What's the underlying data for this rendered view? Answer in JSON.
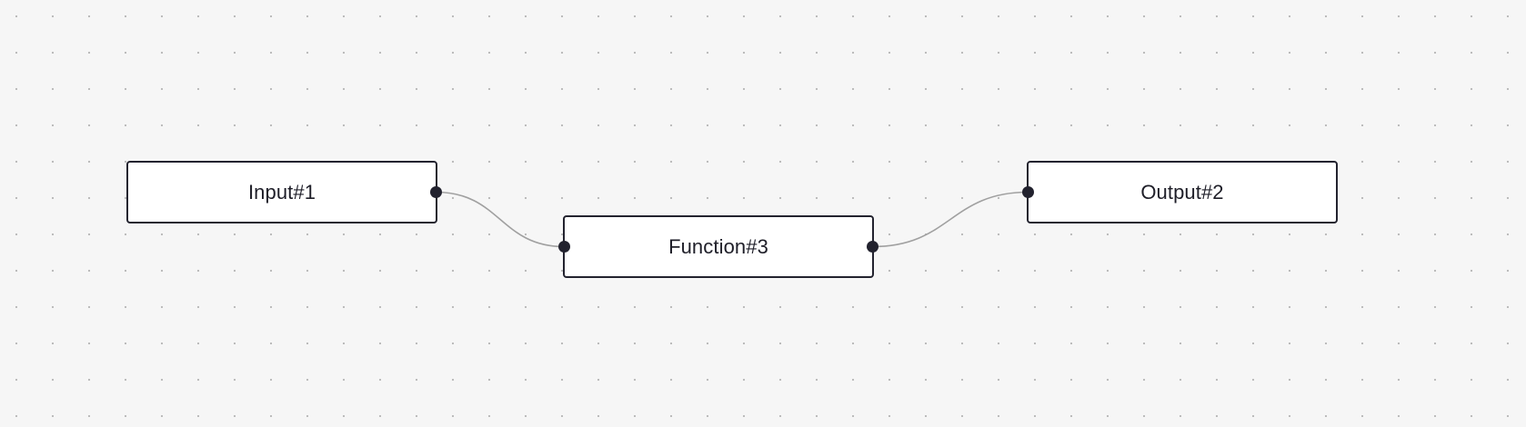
{
  "canvas": {
    "background": "#f6f6f6",
    "grid_dot_color": "#b9b9b9",
    "edge_color": "#a0a0a0",
    "node_border_color": "#23232f"
  },
  "nodes": [
    {
      "id": "input",
      "label": "Input#1",
      "ports": [
        "out"
      ]
    },
    {
      "id": "function",
      "label": "Function#3",
      "ports": [
        "in",
        "out"
      ]
    },
    {
      "id": "output",
      "label": "Output#2",
      "ports": [
        "in"
      ]
    }
  ],
  "edges": [
    {
      "from": "input",
      "to": "function"
    },
    {
      "from": "function",
      "to": "output"
    }
  ]
}
